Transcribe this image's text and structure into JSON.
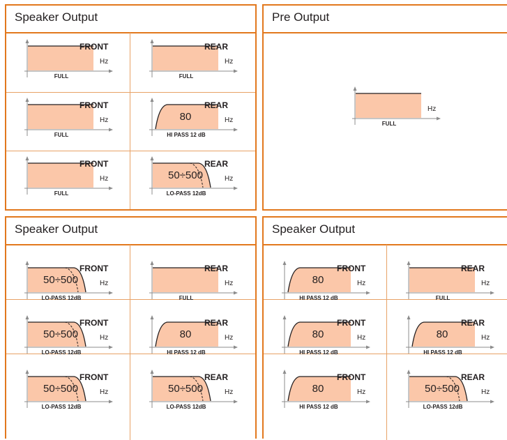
{
  "colors": {
    "frame": "#e2781d",
    "grid": "#e8a266",
    "fill": "#fbc7a9",
    "line": "#231f20",
    "axis": "#8c8c8c"
  },
  "panels": [
    {
      "title": "Speaker Output",
      "rows": [
        [
          {
            "kind": "full",
            "side": "FRONT",
            "hz": "Hz",
            "mode": "FULL",
            "band": ""
          },
          {
            "kind": "full",
            "side": "REAR",
            "hz": "Hz",
            "mode": "FULL",
            "band": ""
          }
        ],
        [
          {
            "kind": "full",
            "side": "FRONT",
            "hz": "Hz",
            "mode": "FULL",
            "band": ""
          },
          {
            "kind": "hipass",
            "side": "REAR",
            "hz": "Hz",
            "mode": "HI PASS 12 dB",
            "band": "80"
          }
        ],
        [
          {
            "kind": "full",
            "side": "FRONT",
            "hz": "Hz",
            "mode": "FULL",
            "band": ""
          },
          {
            "kind": "lopass",
            "side": "REAR",
            "hz": "Hz",
            "mode": "LO-PASS 12dB",
            "band": "50÷500"
          }
        ]
      ]
    },
    {
      "title": "Pre Output",
      "single": {
        "kind": "full",
        "side": "",
        "hz": "Hz",
        "mode": "FULL",
        "band": ""
      }
    },
    {
      "title": "Speaker Output",
      "rows": [
        [
          {
            "kind": "lopass",
            "side": "FRONT",
            "hz": "Hz",
            "mode": "LO-PASS 12dB",
            "band": "50÷500"
          },
          {
            "kind": "full",
            "side": "REAR",
            "hz": "Hz",
            "mode": "FULL",
            "band": ""
          }
        ],
        [
          {
            "kind": "lopass",
            "side": "FRONT",
            "hz": "Hz",
            "mode": "LO-PASS 12dB",
            "band": "50÷500"
          },
          {
            "kind": "hipass",
            "side": "REAR",
            "hz": "Hz",
            "mode": "HI PASS 12 dB",
            "band": "80"
          }
        ],
        [
          {
            "kind": "lopass",
            "side": "FRONT",
            "hz": "Hz",
            "mode": "LO-PASS 12dB",
            "band": "50÷500"
          },
          {
            "kind": "lopass",
            "side": "REAR",
            "hz": "Hz",
            "mode": "LO-PASS 12dB",
            "band": "50÷500"
          }
        ]
      ]
    },
    {
      "title": "Speaker Output",
      "rows": [
        [
          {
            "kind": "hipass",
            "side": "FRONT",
            "hz": "Hz",
            "mode": "HI PASS 12 dB",
            "band": "80"
          },
          {
            "kind": "full",
            "side": "REAR",
            "hz": "Hz",
            "mode": "FULL",
            "band": ""
          }
        ],
        [
          {
            "kind": "hipass",
            "side": "FRONT",
            "hz": "Hz",
            "mode": "HI PASS 12 dB",
            "band": "80"
          },
          {
            "kind": "hipass",
            "side": "REAR",
            "hz": "Hz",
            "mode": "HI PASS 12 dB",
            "band": "80"
          }
        ],
        [
          {
            "kind": "hipass",
            "side": "FRONT",
            "hz": "Hz",
            "mode": "HI PASS 12 dB",
            "band": "80"
          },
          {
            "kind": "lopass",
            "side": "REAR",
            "hz": "Hz",
            "mode": "LO-PASS 12dB",
            "band": "50÷500"
          }
        ]
      ]
    }
  ]
}
